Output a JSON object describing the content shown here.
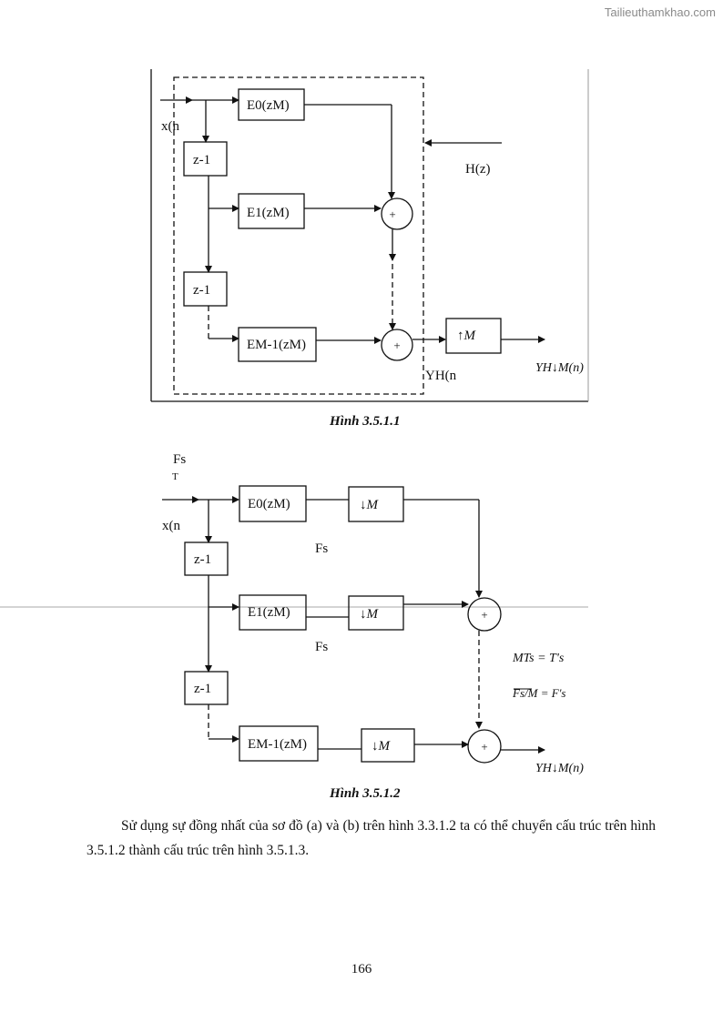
{
  "watermark": "Tailieuthamkhao.com",
  "figure1": {
    "input_label": "x(n",
    "blocks": {
      "e0": "E0(zM)",
      "e1": "E1(zM)",
      "em1": "EM-1(zM)",
      "delay": "z-1",
      "up": "↑M"
    },
    "h_label": "H(z)",
    "yh_label": "YH(n",
    "output_label": "YH↓M(n)",
    "sum_symbol": "+",
    "caption": "Hình 3.5.1.1"
  },
  "figure2": {
    "fs_label": "Fs",
    "t_label": "T",
    "input_label": "x(n",
    "mid_fs_label": "Fs",
    "down": "↓M",
    "eq1": "MTs = T's",
    "eq2": "Fs/M = F's",
    "output_label": "YH↓M(n)",
    "caption": "Hình 3.5.1.2"
  },
  "paragraph": "Sử dụng sự đồng nhất của sơ đồ (a) và (b) trên hình 3.3.1.2 ta có thể chuyển cấu trúc trên hình 3.5.1.2 thành cấu trúc trên hình 3.5.1.3.",
  "page_number": "166"
}
